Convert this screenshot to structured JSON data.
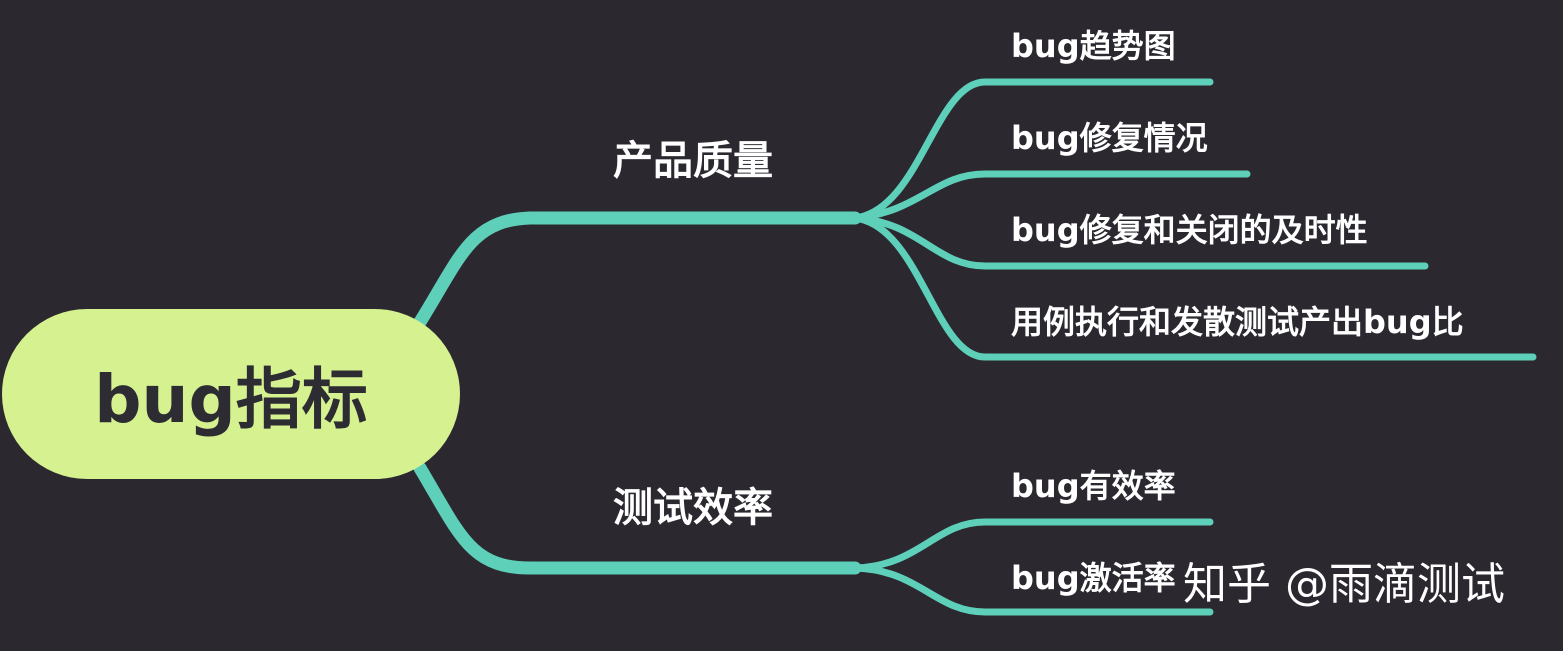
{
  "colors": {
    "background": "#2b2830",
    "edge": "#5ecfb9",
    "root_fill": "#d5f190",
    "root_text": "#2e2c33",
    "label_text": "#ffffff"
  },
  "root": {
    "label": "bug指标"
  },
  "branches": [
    {
      "label": "产品质量",
      "leaves": [
        "bug趋势图",
        "bug修复情况",
        "bug修复和关闭的及时性",
        "用例执行和发散测试产出bug比"
      ]
    },
    {
      "label": "测试效率",
      "leaves": [
        "bug有效率",
        "bug激活率"
      ]
    }
  ],
  "watermark": {
    "text": "知乎 @雨滴测试"
  }
}
